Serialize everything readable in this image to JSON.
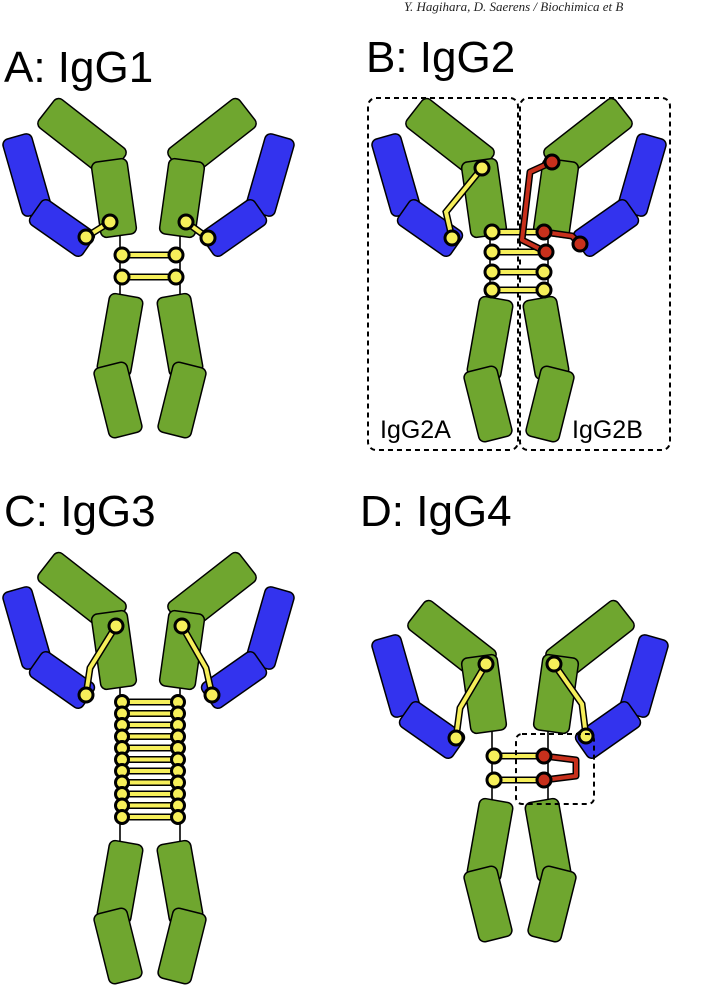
{
  "header": {
    "text": "Y. Hagihara, D. Saerens / Biochimica et B"
  },
  "panels": {
    "a": {
      "title": "A: IgG1"
    },
    "b": {
      "title": "B: IgG2",
      "sub_a": "IgG2A",
      "sub_b": "IgG2B"
    },
    "c": {
      "title": "C: IgG3"
    },
    "d": {
      "title": "D: IgG4"
    }
  },
  "colors": {
    "heavy_chain": "#6fa62f",
    "light_chain": "#3333ee",
    "disulfide": "#f6ef5a",
    "alternative_disulfide": "#c8301c"
  }
}
